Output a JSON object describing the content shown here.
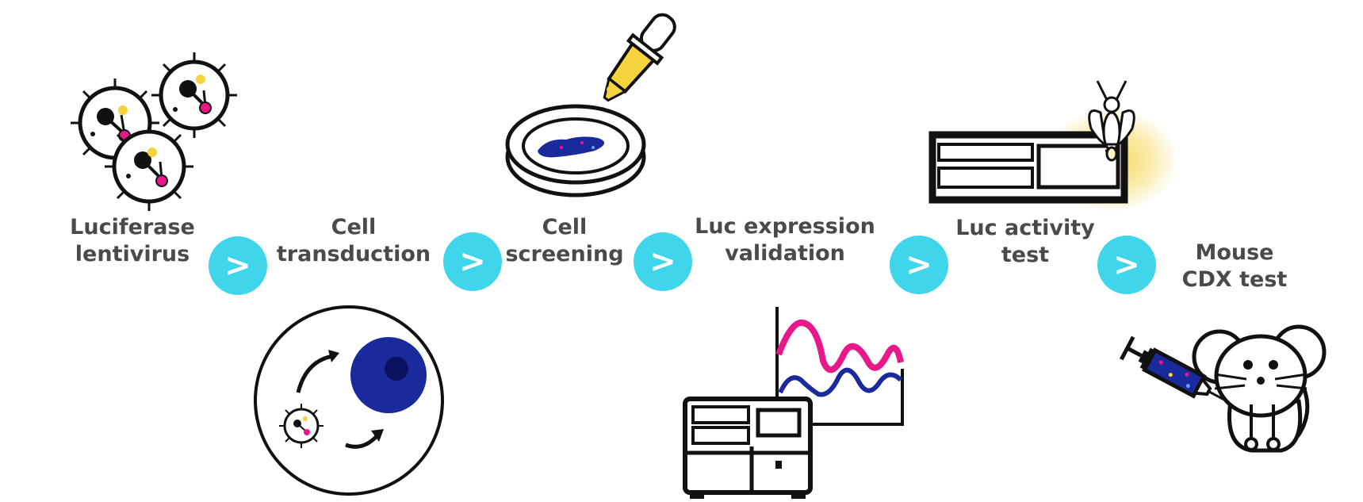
{
  "colors": {
    "arrow_bg": "#3fd6ec",
    "arrow_fg": "#ffffff",
    "label_text": "#4a4a4a",
    "outline": "#111111",
    "magenta": "#e8178a",
    "yellow": "#f5d33c",
    "dark_blue": "#1a2a9c",
    "glow": "#f4d54a"
  },
  "arrow_glyph": ">",
  "steps": [
    {
      "line1": "Luciferase",
      "line2": "lentivirus",
      "icon": "virus-particles-icon"
    },
    {
      "line1": "Cell",
      "line2": "transduction",
      "icon": "cell-transduction-icon"
    },
    {
      "line1": "Cell",
      "line2": "screening",
      "icon": "petri-dish-dropper-icon"
    },
    {
      "line1": "Luc expression",
      "line2": "validation",
      "icon": "instrument-chart-icon"
    },
    {
      "line1": "Luc activity",
      "line2": "test",
      "icon": "plate-reader-firefly-icon"
    },
    {
      "line1": "Mouse",
      "line2": "CDX test",
      "icon": "mouse-syringe-icon"
    }
  ]
}
